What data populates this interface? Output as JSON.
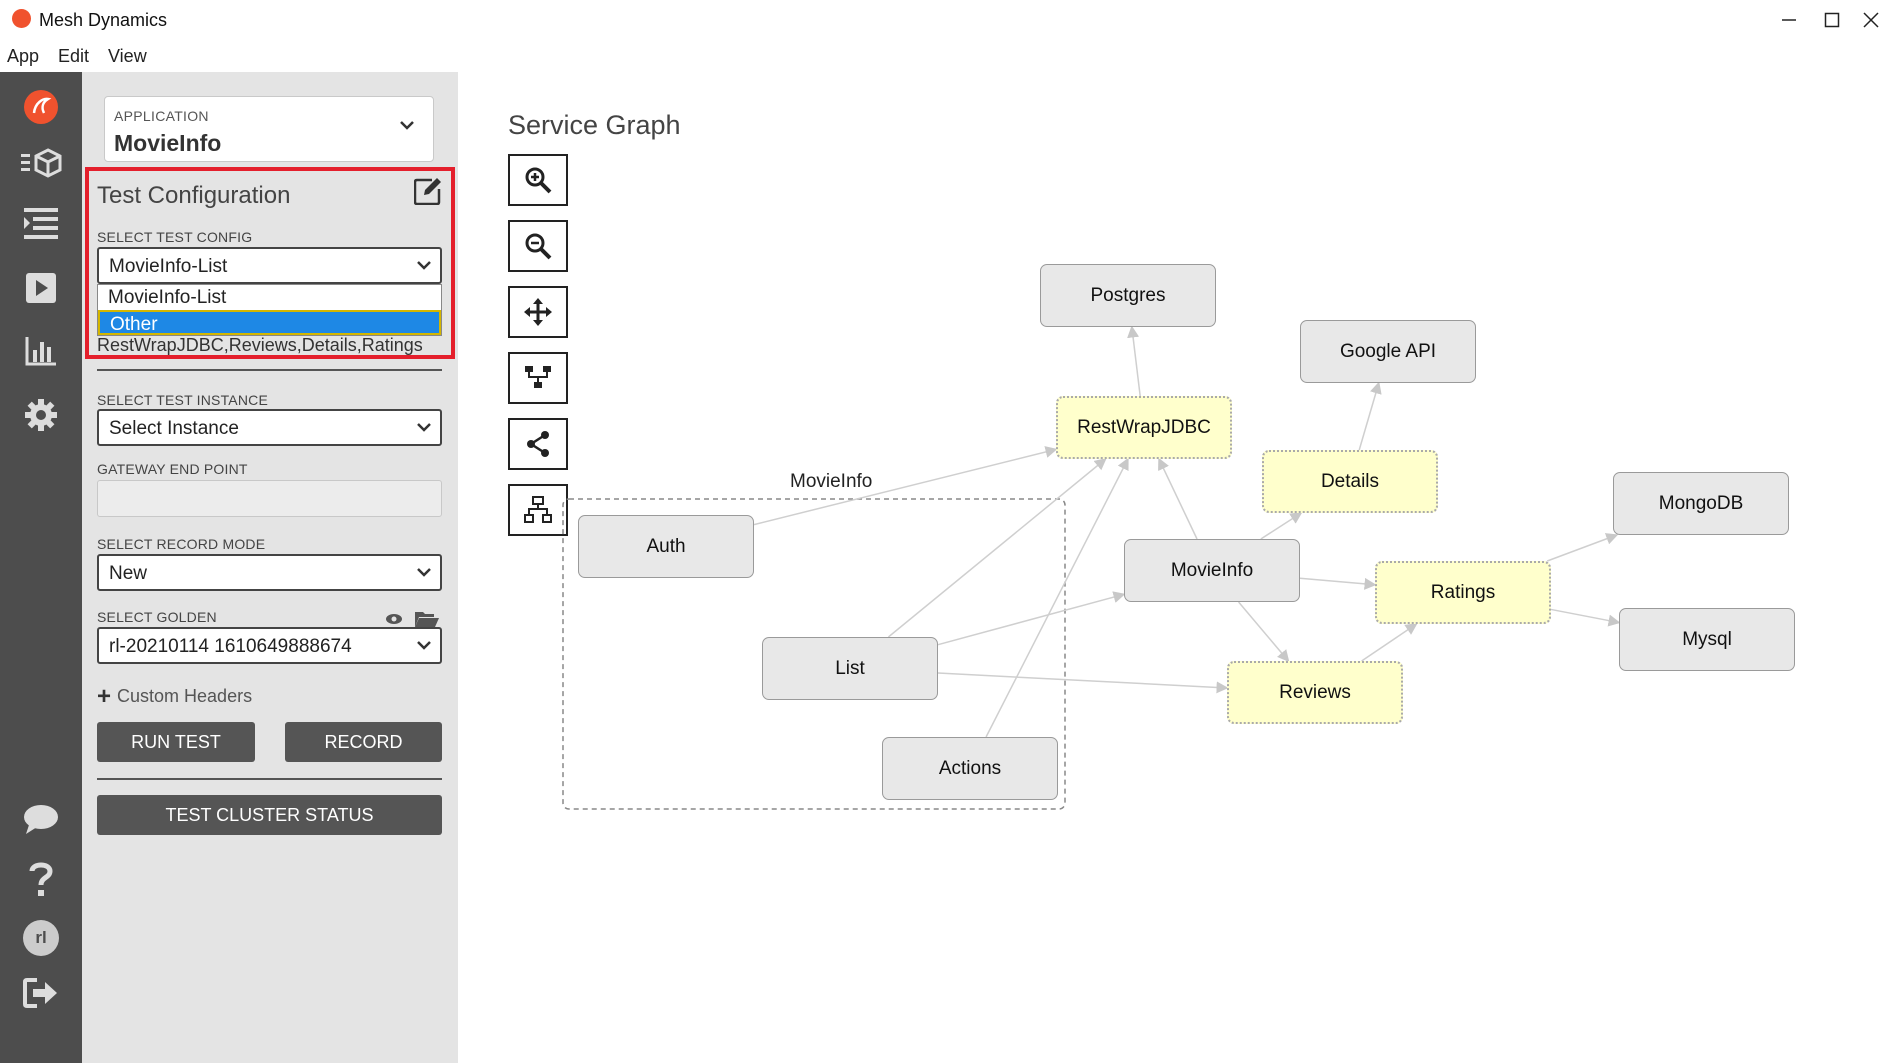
{
  "window": {
    "title": "Mesh Dynamics"
  },
  "menu": [
    "App",
    "Edit",
    "View"
  ],
  "nav_icons": [
    "logo-icon",
    "services-cube-icon",
    "list-icon",
    "play-icon",
    "chart-icon",
    "gear-icon",
    "chat-icon",
    "help-icon",
    "avatar",
    "logout-icon"
  ],
  "avatar_initials": "rl",
  "sidebar": {
    "application_label": "APPLICATION",
    "application_value": "MovieInfo",
    "test_config_title": "Test Configuration",
    "select_test_config_label": "SELECT TEST CONFIG",
    "select_test_config_value": "MovieInfo-List",
    "dropdown_options": [
      "MovieInfo-List",
      "Other"
    ],
    "services_text": "RestWrapJDBC,Reviews,Details,Ratings",
    "select_instance_label": "SELECT TEST INSTANCE",
    "select_instance_value": "Select Instance",
    "gateway_label": "GATEWAY END POINT",
    "gateway_value": "",
    "record_mode_label": "SELECT RECORD MODE",
    "record_mode_value": "New",
    "golden_label": "SELECT GOLDEN",
    "golden_value": "rl-20210114 1610649888674",
    "custom_headers": "Custom Headers",
    "run_test": "RUN TEST",
    "record": "RECORD",
    "cluster_status": "TEST CLUSTER STATUS"
  },
  "main": {
    "title": "Service Graph",
    "tools": [
      "zoom-in-icon",
      "zoom-out-icon",
      "move-icon",
      "hierarchy-icon",
      "share-icon",
      "sitemap-icon"
    ],
    "group_label": "MovieInfo"
  },
  "graph": {
    "nodes": [
      {
        "id": "postgres",
        "label": "Postgres",
        "style": "grey"
      },
      {
        "id": "google",
        "label": "Google API",
        "style": "grey"
      },
      {
        "id": "restwrap",
        "label": "RestWrapJDBC",
        "style": "yellow"
      },
      {
        "id": "details",
        "label": "Details",
        "style": "yellow"
      },
      {
        "id": "mongodb",
        "label": "MongoDB",
        "style": "grey"
      },
      {
        "id": "auth",
        "label": "Auth",
        "style": "grey"
      },
      {
        "id": "movieinfo",
        "label": "MovieInfo",
        "style": "grey"
      },
      {
        "id": "ratings",
        "label": "Ratings",
        "style": "yellow"
      },
      {
        "id": "mysql",
        "label": "Mysql",
        "style": "grey"
      },
      {
        "id": "list",
        "label": "List",
        "style": "grey"
      },
      {
        "id": "reviews",
        "label": "Reviews",
        "style": "yellow"
      },
      {
        "id": "actions",
        "label": "Actions",
        "style": "grey"
      }
    ],
    "edges": [
      [
        "auth",
        "restwrap"
      ],
      [
        "list",
        "restwrap"
      ],
      [
        "actions",
        "restwrap"
      ],
      [
        "movieinfo",
        "restwrap"
      ],
      [
        "restwrap",
        "postgres"
      ],
      [
        "list",
        "movieinfo"
      ],
      [
        "list",
        "reviews"
      ],
      [
        "movieinfo",
        "details"
      ],
      [
        "movieinfo",
        "ratings"
      ],
      [
        "movieinfo",
        "reviews"
      ],
      [
        "details",
        "google"
      ],
      [
        "reviews",
        "ratings"
      ],
      [
        "ratings",
        "mongodb"
      ],
      [
        "ratings",
        "mysql"
      ]
    ]
  }
}
